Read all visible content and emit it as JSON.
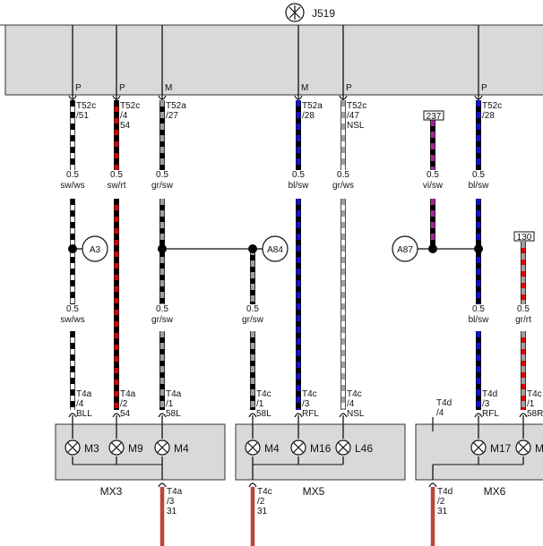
{
  "header": {
    "unit_id": "J519"
  },
  "colors": {
    "sw": "#000000",
    "ws": "#ffffff",
    "rt": "#e00000",
    "gr": "#a0a0a0",
    "bl": "#1010e0",
    "vi": "#a02898",
    "br": "#b8473a",
    "box_fill": "#d9d9d9",
    "box_stroke": "#333333"
  },
  "wires": [
    {
      "id": "w1",
      "top": {
        "pin": "P",
        "conn": "T52c",
        "pos": "/51",
        "extra": ""
      },
      "spec": {
        "gauge": "0.5",
        "color": "sw/ws"
      },
      "spec2": {
        "gauge": "0.5",
        "color": "sw/ws"
      },
      "bottom": {
        "conn": "T4a",
        "pos": "/4",
        "extra": "BLL"
      }
    },
    {
      "id": "w2",
      "top": {
        "pin": "P",
        "conn": "T52c",
        "pos": "/4",
        "extra": "54"
      },
      "spec": {
        "gauge": "0.5",
        "color": "sw/rt"
      },
      "bottom": {
        "conn": "T4a",
        "pos": "/2",
        "extra": "54"
      }
    },
    {
      "id": "w3",
      "top": {
        "pin": "M",
        "conn": "T52a",
        "pos": "/27",
        "extra": ""
      },
      "spec": {
        "gauge": "0.5",
        "color": "gr/sw"
      },
      "spec2": {
        "gauge": "0.5",
        "color": "gr/sw"
      },
      "bottom": {
        "conn": "T4a",
        "pos": "/1",
        "extra": "58L"
      }
    },
    {
      "id": "w4",
      "spec2": {
        "gauge": "0.5",
        "color": "gr/sw"
      },
      "bottom": {
        "conn": "T4c",
        "pos": "/1",
        "extra": "58L"
      }
    },
    {
      "id": "w5",
      "top": {
        "pin": "M",
        "conn": "T52a",
        "pos": "/28",
        "extra": ""
      },
      "spec": {
        "gauge": "0.5",
        "color": "bl/sw"
      },
      "bottom": {
        "conn": "T4c",
        "pos": "/3",
        "extra": "RFL"
      }
    },
    {
      "id": "w6",
      "top": {
        "pin": "P",
        "conn": "T52c",
        "pos": "/47",
        "extra": "NSL"
      },
      "spec": {
        "gauge": "0.5",
        "color": "gr/ws"
      },
      "bottom": {
        "conn": "T4c",
        "pos": "/4",
        "extra": "NSL"
      }
    },
    {
      "id": "w7",
      "ref": "237",
      "spec": {
        "gauge": "0.5",
        "color": "vi/sw"
      }
    },
    {
      "id": "w8",
      "top": {
        "pin": "P",
        "conn": "T52c",
        "pos": "/28",
        "extra": ""
      },
      "spec": {
        "gauge": "0.5",
        "color": "bl/sw"
      },
      "spec2": {
        "gauge": "0.5",
        "color": "bl/sw"
      },
      "bottom": {
        "conn": "T4d",
        "pos": "/3",
        "extra": "RFL"
      }
    },
    {
      "id": "w9",
      "ref": "130",
      "spec2": {
        "gauge": "0.5",
        "color": "gr/rt"
      },
      "bottom": {
        "conn": "T4c",
        "pos": "/1",
        "extra": "58R"
      }
    }
  ],
  "splices": [
    "A3",
    "A84",
    "A87"
  ],
  "units": [
    {
      "id": "MX3",
      "lamps": [
        "M3",
        "M9",
        "M4"
      ],
      "ground": {
        "conn": "T4a",
        "pos": "/3",
        "extra": "31"
      }
    },
    {
      "id": "MX5",
      "lamps": [
        "M4",
        "M16",
        "L46"
      ],
      "ground": {
        "conn": "T4c",
        "pos": "/2",
        "extra": "31"
      }
    },
    {
      "id": "MX6",
      "lamps": [
        "M17",
        "M"
      ],
      "unused_pin": {
        "conn": "T4d",
        "pos": "/4"
      },
      "ground": {
        "conn": "T4d",
        "pos": "/2",
        "extra": "31"
      }
    }
  ]
}
